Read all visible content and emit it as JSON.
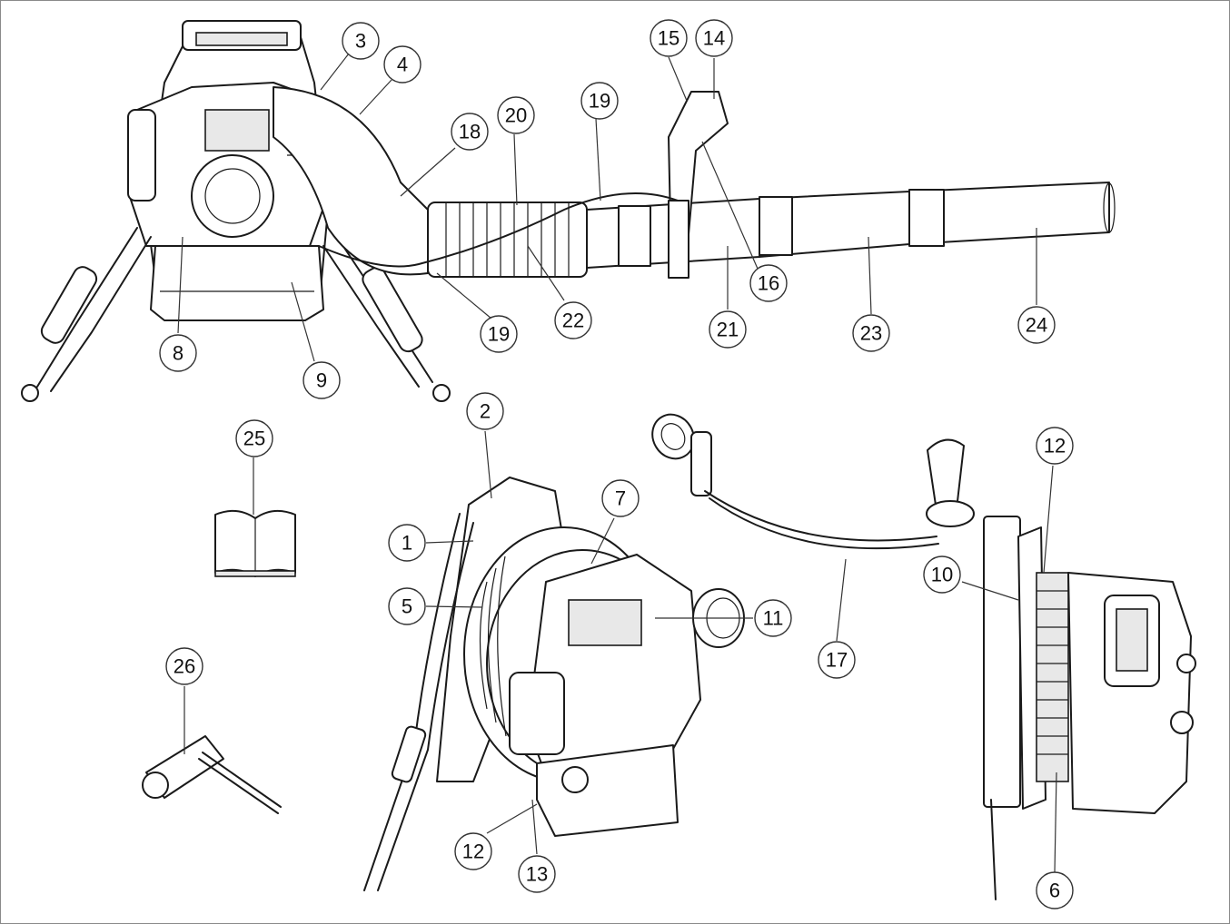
{
  "callouts": [
    {
      "label": "1"
    },
    {
      "label": "2"
    },
    {
      "label": "3"
    },
    {
      "label": "4"
    },
    {
      "label": "5"
    },
    {
      "label": "6"
    },
    {
      "label": "7"
    },
    {
      "label": "8"
    },
    {
      "label": "9"
    },
    {
      "label": "10"
    },
    {
      "label": "11"
    },
    {
      "label": "12"
    },
    {
      "label": "12"
    },
    {
      "label": "13"
    },
    {
      "label": "14"
    },
    {
      "label": "15"
    },
    {
      "label": "16"
    },
    {
      "label": "17"
    },
    {
      "label": "18"
    },
    {
      "label": "19"
    },
    {
      "label": "19"
    },
    {
      "label": "20"
    },
    {
      "label": "21"
    },
    {
      "label": "22"
    },
    {
      "label": "23"
    },
    {
      "label": "24"
    },
    {
      "label": "25"
    },
    {
      "label": "26"
    }
  ]
}
